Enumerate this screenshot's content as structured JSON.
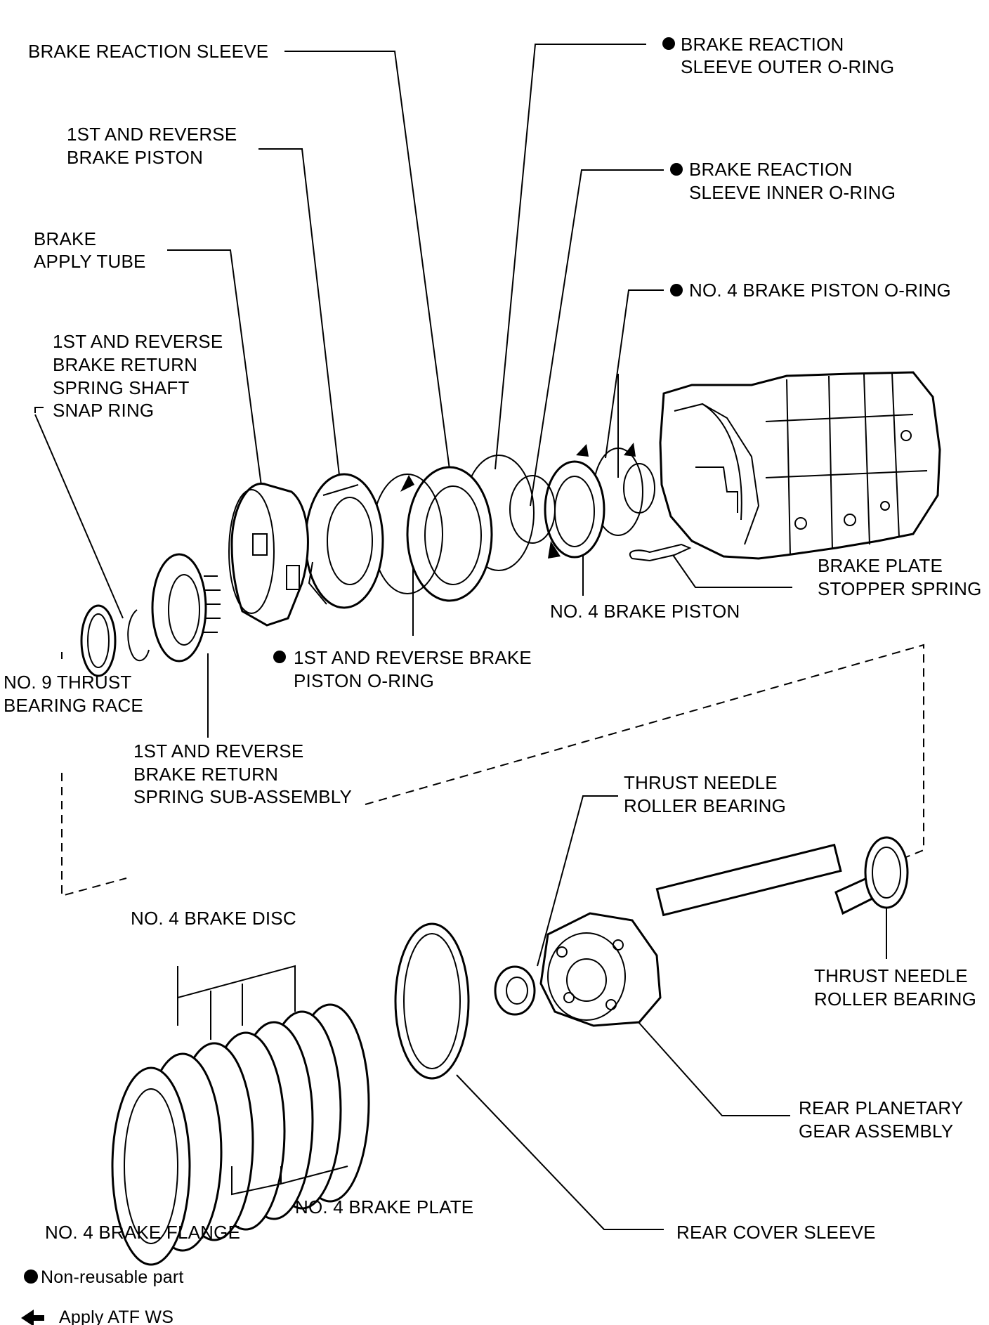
{
  "labels": {
    "brake_reaction_sleeve": "BRAKE REACTION SLEEVE",
    "outer_oring_1": "BRAKE REACTION",
    "outer_oring_2": "SLEEVE OUTER O-RING",
    "first_rev_piston_1": "1ST AND REVERSE",
    "first_rev_piston_2": "BRAKE PISTON",
    "inner_oring_1": "BRAKE REACTION",
    "inner_oring_2": "SLEEVE INNER O-RING",
    "apply_tube_1": "BRAKE",
    "apply_tube_2": "APPLY TUBE",
    "no4_piston_oring": "NO. 4 BRAKE PISTON O-RING",
    "snap_ring_1": "1ST AND REVERSE",
    "snap_ring_2": "BRAKE RETURN",
    "snap_ring_3": "SPRING SHAFT",
    "snap_ring_4": "SNAP RING",
    "stopper_spring_1": "BRAKE PLATE",
    "stopper_spring_2": "STOPPER SPRING",
    "no4_piston": "NO. 4 BRAKE PISTON",
    "piston_oring_1": "1ST AND REVERSE BRAKE",
    "piston_oring_2": "PISTON O-RING",
    "no9_race_1": "NO. 9 THRUST",
    "no9_race_2": "BEARING RACE",
    "return_spring_1": "1ST AND REVERSE",
    "return_spring_2": "BRAKE RETURN",
    "return_spring_3": "SPRING SUB-ASSEMBLY",
    "thrust_bearing_top_1": "THRUST NEEDLE",
    "thrust_bearing_top_2": "ROLLER BEARING",
    "no4_disc": "NO. 4 BRAKE DISC",
    "thrust_bearing_right_1": "THRUST NEEDLE",
    "thrust_bearing_right_2": "ROLLER BEARING",
    "rear_planetary_1": "REAR PLANETARY",
    "rear_planetary_2": "GEAR ASSEMBLY",
    "no4_plate": "NO. 4 BRAKE PLATE",
    "no4_flange": "NO. 4 BRAKE FLANGE",
    "rear_cover_sleeve": "REAR COVER SLEEVE"
  },
  "legend": {
    "non_reusable": "Non-reusable part",
    "apply_atf": "Apply ATF WS"
  }
}
